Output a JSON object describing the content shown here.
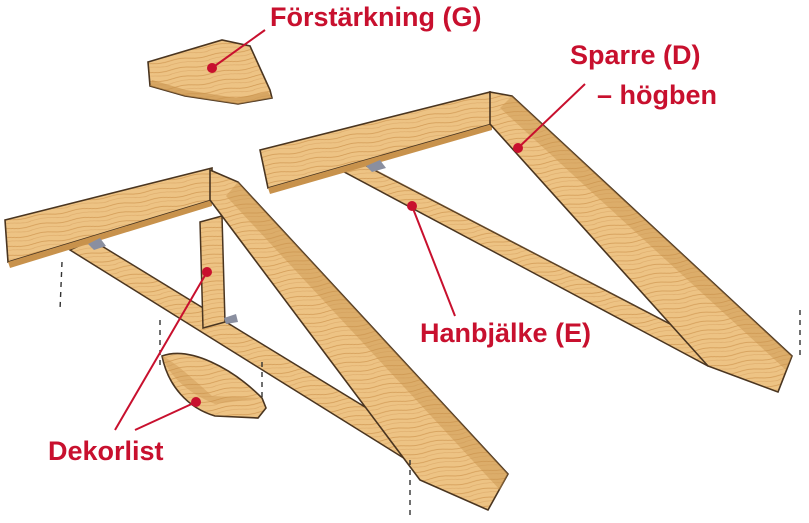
{
  "labels": {
    "reinforcement": "Förstärkning (G)",
    "rafter_line1": "Sparre (D)",
    "rafter_line2": "– högben",
    "collar_tie": "Hanbjälke (E)",
    "decor_strip": "Dekorlist"
  },
  "colors": {
    "label_text": "#c8102e",
    "leader_line": "#c8102e",
    "wood_light": "#f0cc8a",
    "wood_mid": "#e3b26e",
    "wood_dark": "#c8924c",
    "wood_outline": "#4a3520",
    "joint_shadow": "#8a8fa0"
  }
}
